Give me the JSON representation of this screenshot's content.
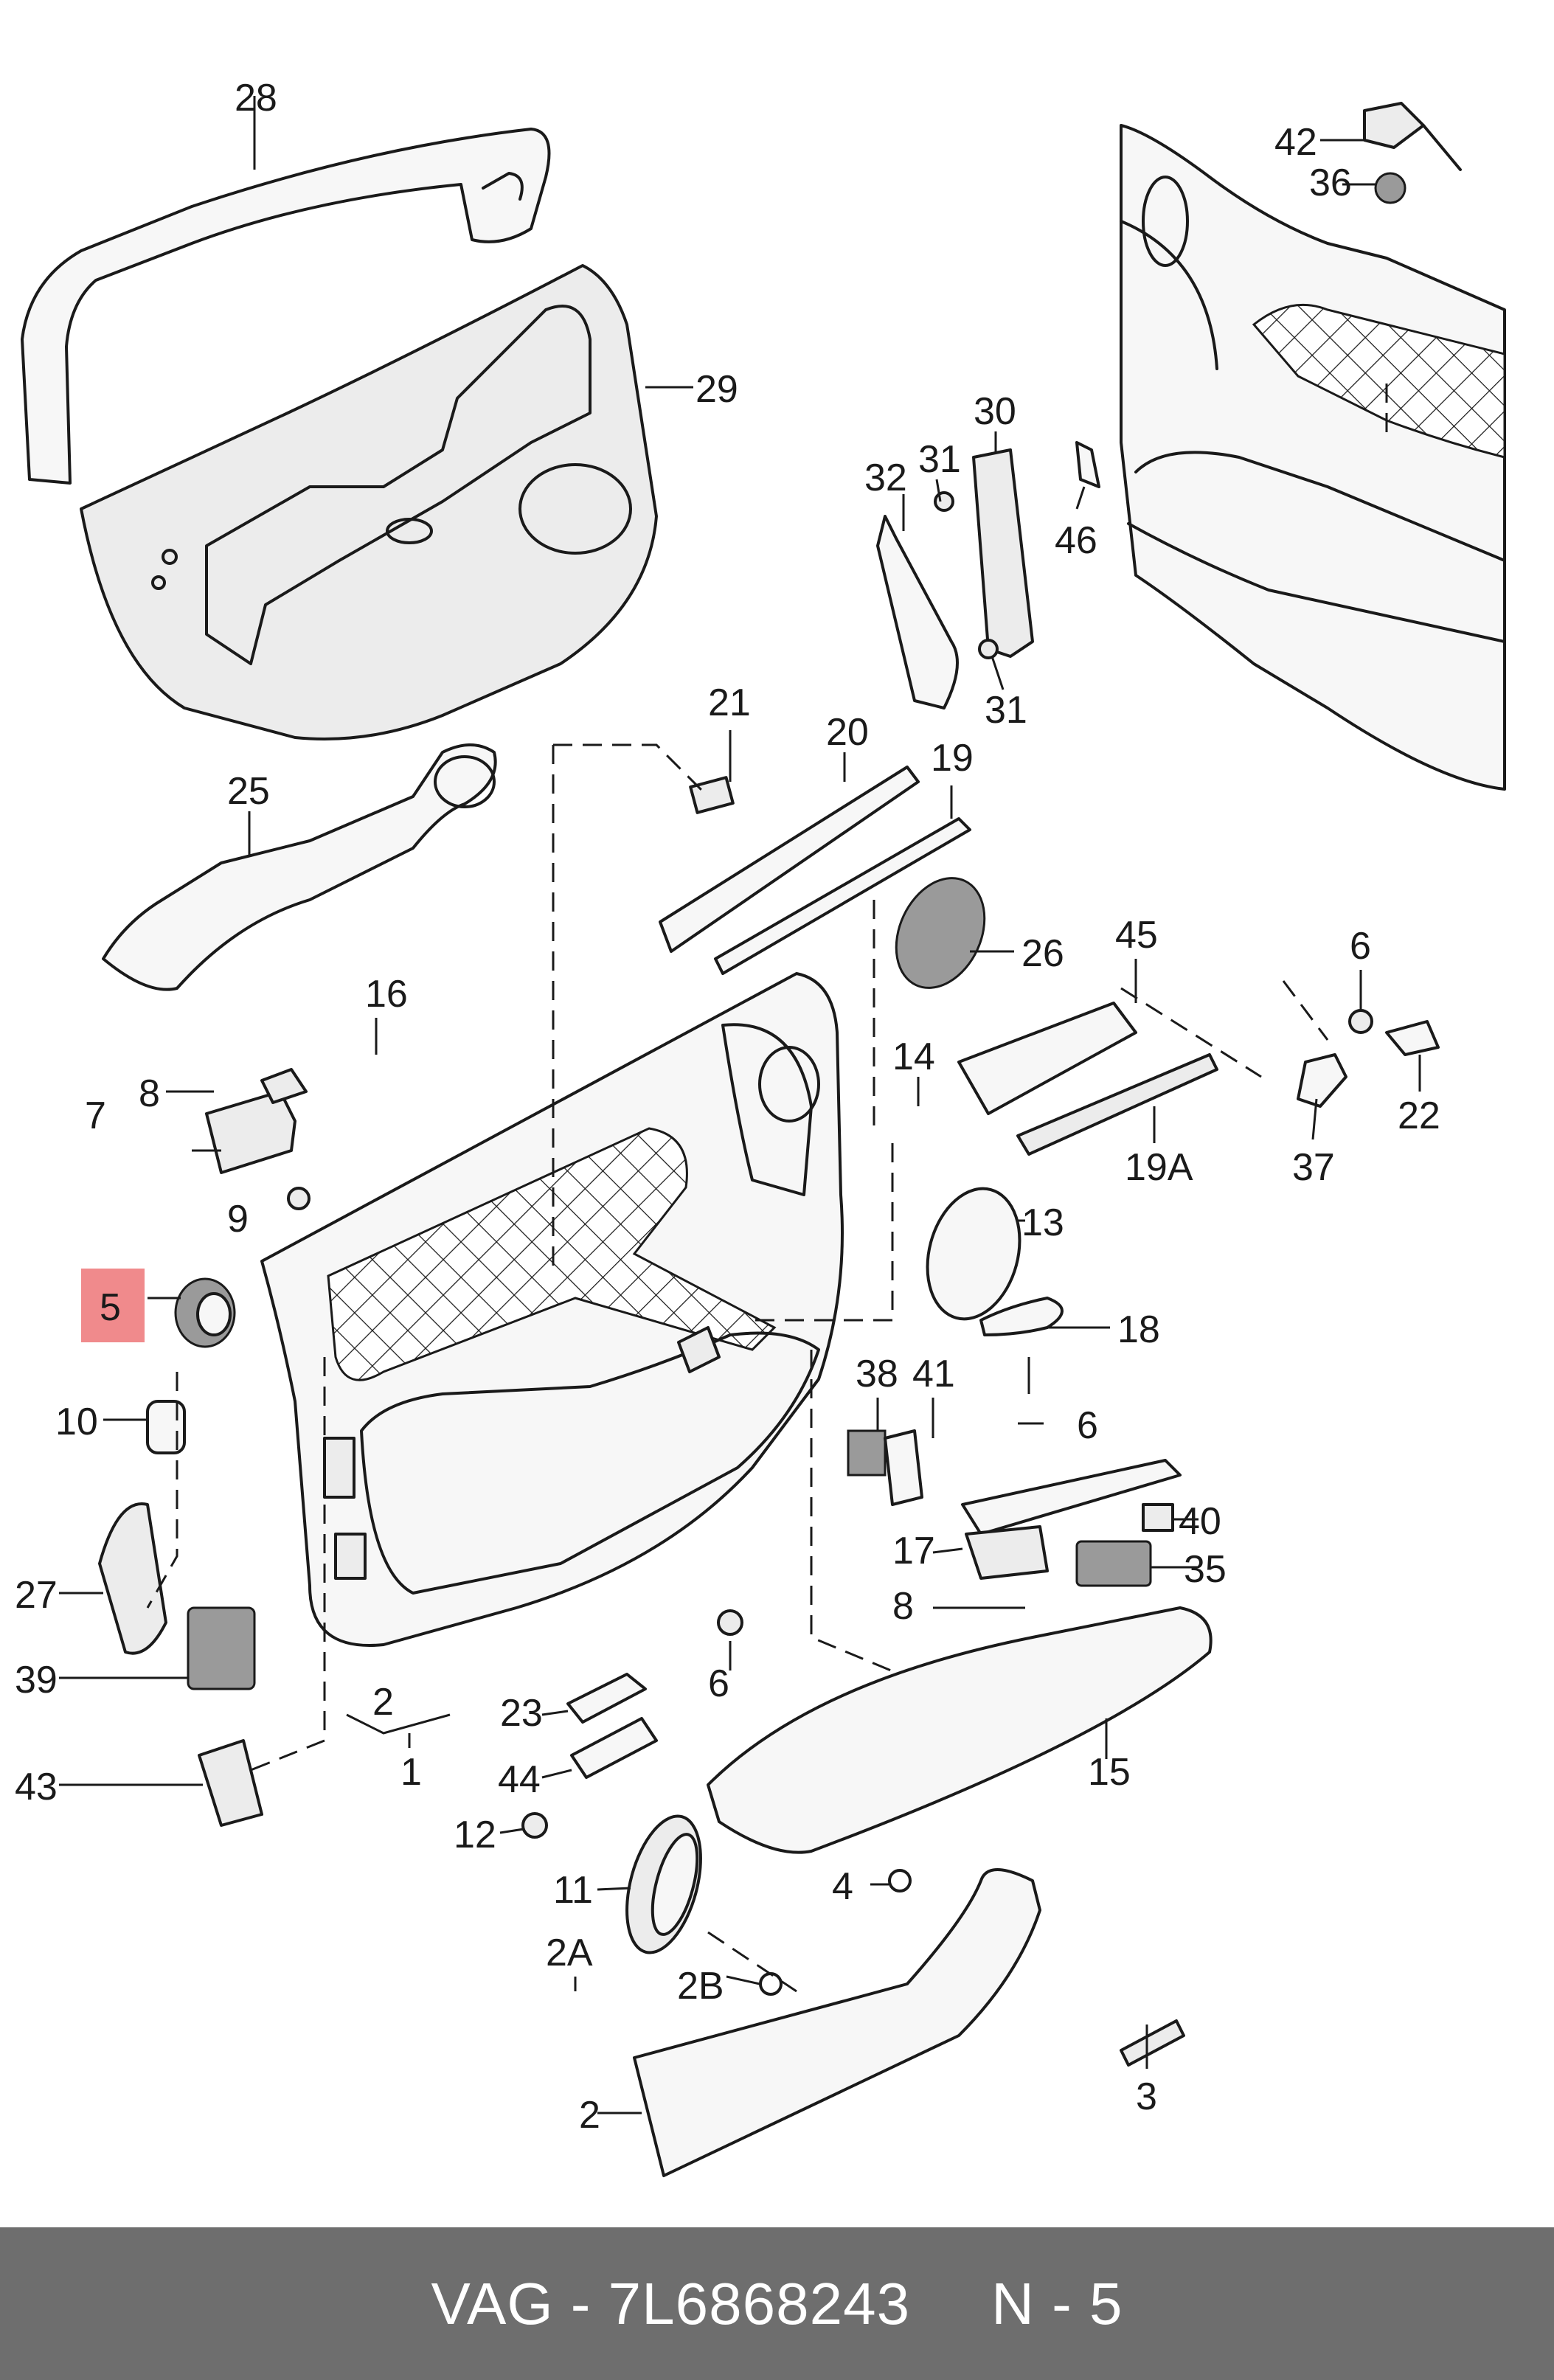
{
  "callouts": [
    "28",
    "29",
    "25",
    "21",
    "20",
    "19",
    "26",
    "16",
    "7",
    "8",
    "9",
    "5",
    "10",
    "27",
    "39",
    "43",
    "2",
    "1",
    "23",
    "44",
    "6",
    "12",
    "11",
    "2A",
    "2B",
    "4",
    "3",
    "15",
    "17",
    "8",
    "6",
    "18",
    "38",
    "41",
    "40",
    "35",
    "13",
    "14",
    "45",
    "19A",
    "37",
    "6",
    "22",
    "42",
    "36",
    "30",
    "31",
    "32",
    "46",
    "31",
    "2"
  ],
  "highlighted_part": "5",
  "footer": {
    "brand": "VAG",
    "separator": "-",
    "part_number": "7L6868243",
    "position_label": "N - 5"
  },
  "colors": {
    "highlight": "#f08a8c",
    "footer_bg": "#6e6e6e",
    "line": "#1a1a1a"
  }
}
